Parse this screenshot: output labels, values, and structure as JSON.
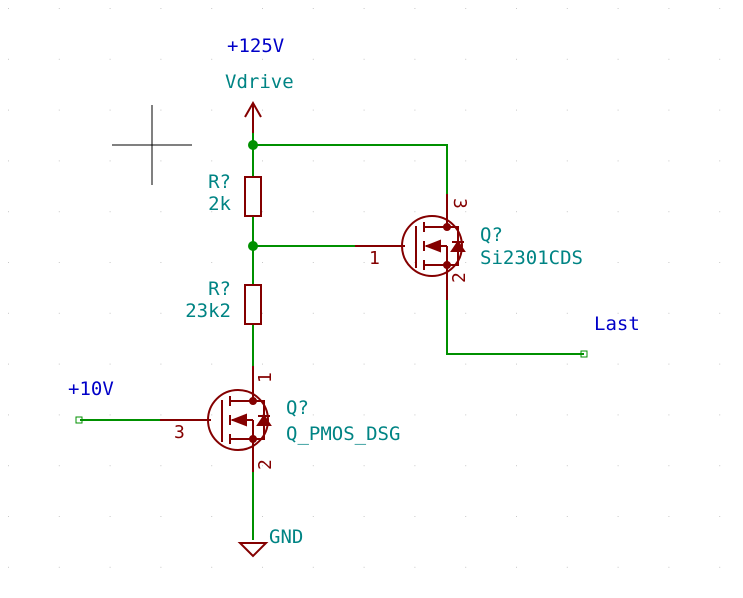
{
  "colors": {
    "wire": "#009000",
    "symbol": "#840000",
    "label_teal": "#008484",
    "label_blue": "#0000c8",
    "grid_dot": "#c8c8c8",
    "cursor": "#000000"
  },
  "labels": {
    "supply_125v": "+125V",
    "vdrive": "Vdrive",
    "gnd": "GND",
    "input_10v": "+10V",
    "output_last": "Last"
  },
  "components": {
    "r_top": {
      "ref": "R?",
      "value": "2k"
    },
    "r_bottom": {
      "ref": "R?",
      "value": "23k2"
    },
    "q_top": {
      "ref": "Q?",
      "value": "Si2301CDS",
      "pin_gate": "1",
      "pin_source": "3",
      "pin_drain": "2"
    },
    "q_bottom": {
      "ref": "Q?",
      "value": "Q_PMOS_DSG",
      "pin_gate": "3",
      "pin_drain": "1",
      "pin_source": "2"
    }
  }
}
